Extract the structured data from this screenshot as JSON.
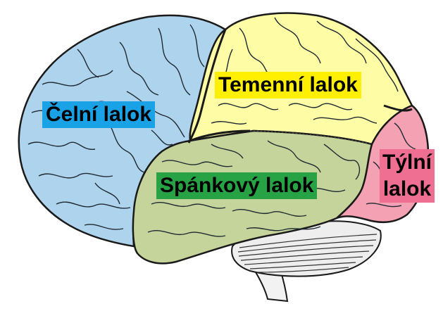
{
  "colors": {
    "frontal_fill": "#aed3ec",
    "parietal_fill": "#fefda6",
    "temporal_fill": "#c4d49a",
    "occipital_fill": "#f4a1b3",
    "cerebellum_fill": "#eeeeee",
    "outline": "#1a1a1a",
    "frontal_label_bg": "#1aa2e6",
    "parietal_label_bg": "#ffef00",
    "temporal_label_bg": "#27a244",
    "occipital_label_bg": "#ef6f92"
  },
  "labels": {
    "frontal": "Čelní lalok",
    "parietal": "Temenní lalok",
    "temporal": "Spánkový lalok",
    "occipital_line1": "Týlní",
    "occipital_line2": "lalok"
  }
}
